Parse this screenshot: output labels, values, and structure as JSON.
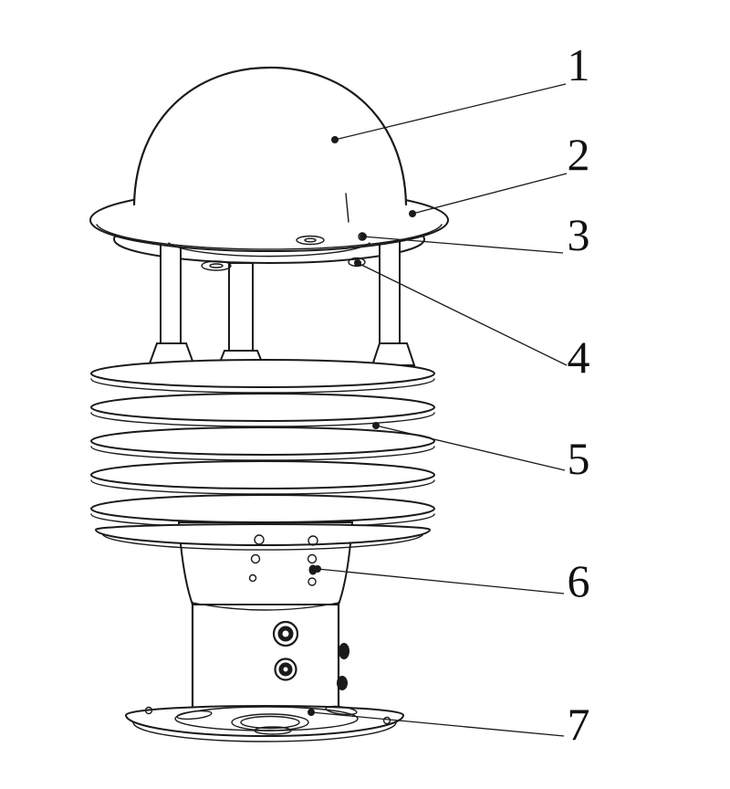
{
  "figure": {
    "background_color": "#ffffff",
    "line_color": "#1a1a1a",
    "callouts": [
      {
        "label": "1"
      },
      {
        "label": "2"
      },
      {
        "label": "3"
      },
      {
        "label": "4"
      },
      {
        "label": "5"
      },
      {
        "label": "6"
      },
      {
        "label": "7"
      }
    ]
  }
}
